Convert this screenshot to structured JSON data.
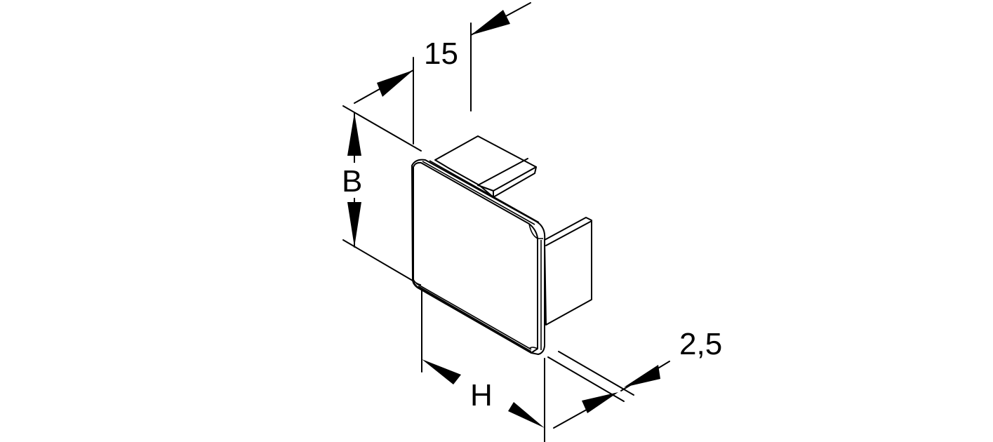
{
  "diagram": {
    "subject": "end cap (isometric view)",
    "line_color": "#000000",
    "background_color": "#ffffff",
    "dimensions": {
      "depth_label": "15",
      "width_label": "B",
      "height_label": "H",
      "wall_label": "2,5"
    }
  }
}
